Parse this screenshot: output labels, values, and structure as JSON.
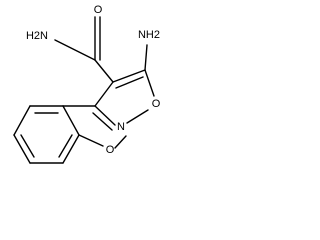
{
  "molecule": {
    "atoms": {
      "carbonyl_oxygen": "O",
      "amide_nitrogen": "H2N",
      "amino_nitrogen": "NH2",
      "ring_oxygen": "O",
      "ring_nitrogen": "N",
      "ether_oxygen": "O"
    }
  }
}
